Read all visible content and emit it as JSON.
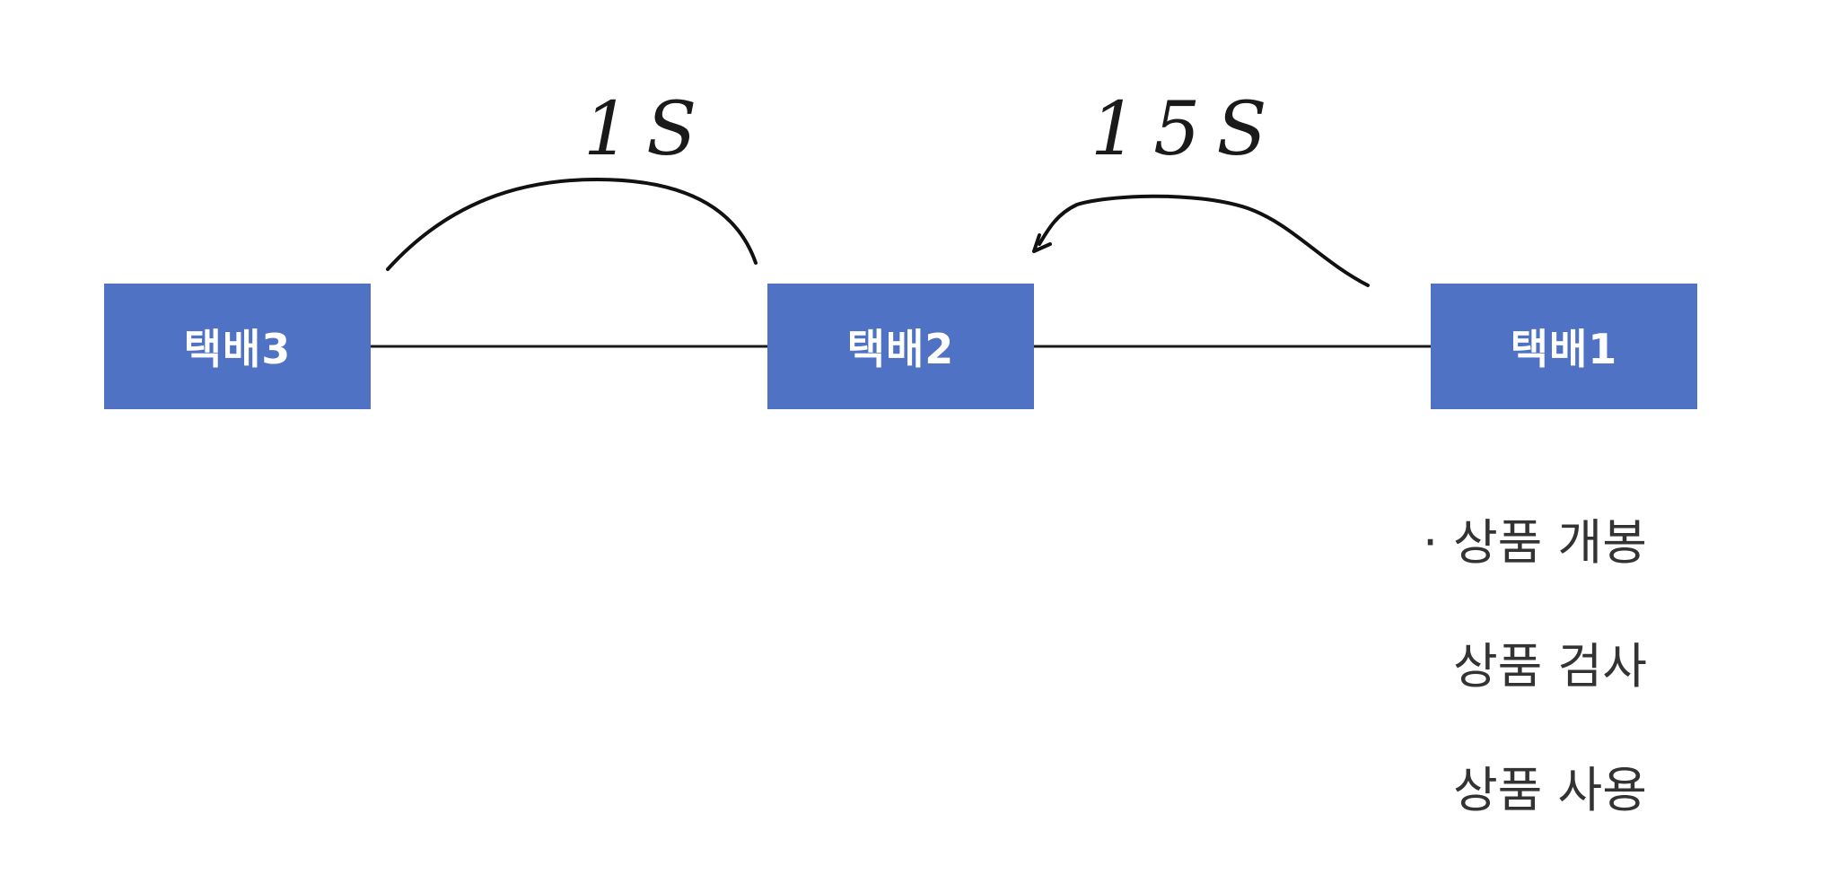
{
  "nodes": [
    {
      "id": "node-3",
      "label": "택배3"
    },
    {
      "id": "node-2",
      "label": "택배2"
    },
    {
      "id": "node-1",
      "label": "택배1"
    }
  ],
  "annotations": {
    "left_time": "1S",
    "right_time": "15S"
  },
  "steps": [
    "상품 개봉",
    "상품 검사",
    "상품 사용"
  ],
  "colors": {
    "node_fill": "#4f72c4",
    "node_text": "#ffffff",
    "ink": "#1a1a1a"
  }
}
